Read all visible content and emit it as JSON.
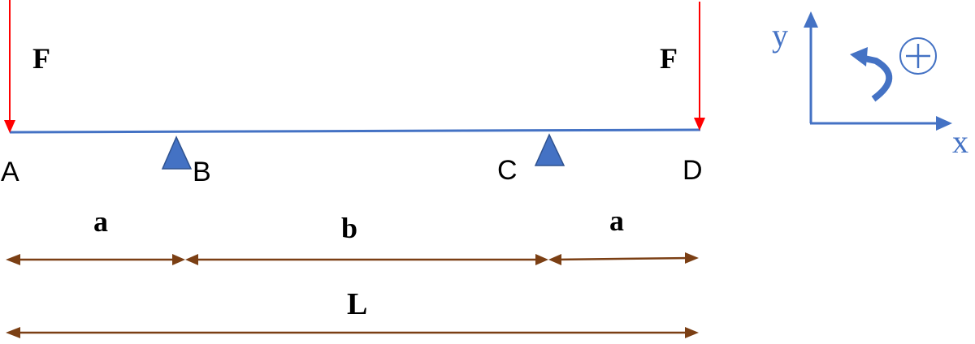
{
  "diagram": {
    "type": "simply supported beam with overhangs",
    "colors": {
      "beam": "#4472c4",
      "force": "#ff0000",
      "support": "#4472c4",
      "support_stroke": "#2f528f",
      "dimension": "#7b3f14",
      "axes": "#4472c4",
      "text": "#000000"
    },
    "forces": [
      {
        "label": "F",
        "point": "A",
        "direction": "down"
      },
      {
        "label": "F",
        "point": "D",
        "direction": "down"
      }
    ],
    "points": [
      {
        "label": "A"
      },
      {
        "label": "B"
      },
      {
        "label": "C"
      },
      {
        "label": "D"
      }
    ],
    "supports": [
      {
        "at": "B",
        "kind": "triangle"
      },
      {
        "at": "C",
        "kind": "triangle"
      }
    ],
    "dimensions": {
      "segments": [
        {
          "label": "a",
          "from": "A",
          "to": "B"
        },
        {
          "label": "b",
          "from": "B",
          "to": "C"
        },
        {
          "label": "a",
          "from": "C",
          "to": "D"
        }
      ],
      "total": {
        "label": "L",
        "from": "A",
        "to": "D"
      }
    },
    "axes": {
      "x_label": "x",
      "y_label": "y",
      "sign_convention": "counterclockwise positive",
      "plus_symbol": "+"
    }
  }
}
